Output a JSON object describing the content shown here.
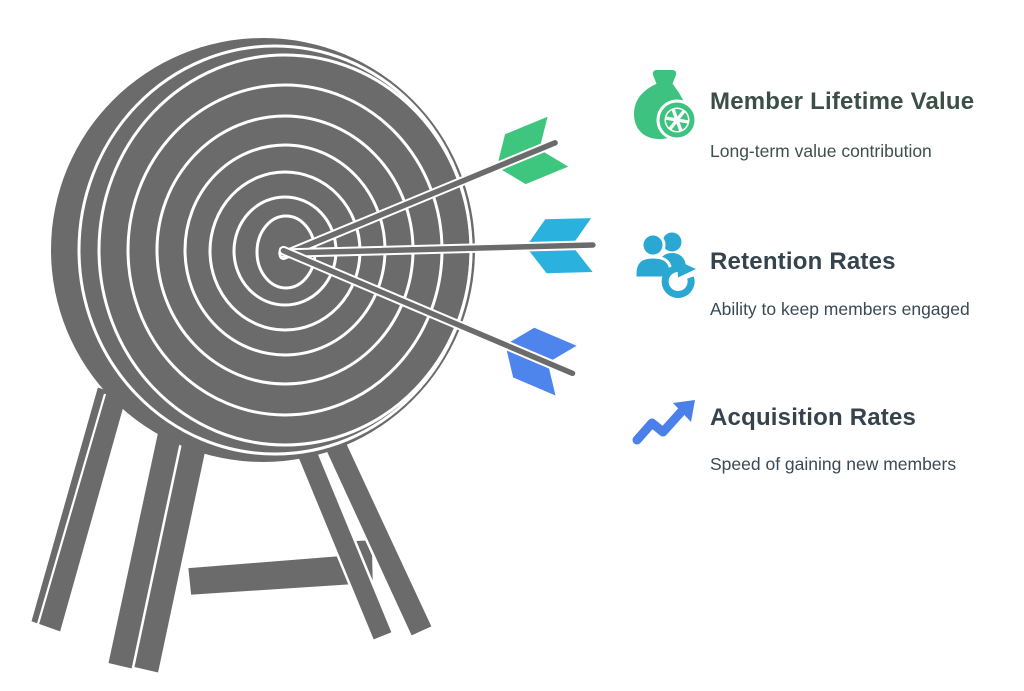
{
  "diagram": {
    "name": "membership-metrics-target",
    "target": {
      "body_color": "#6b6b6b",
      "ring_color": "#ffffff"
    },
    "arrows": [
      {
        "name": "green-arrow",
        "fletch_color": "#3ec57e"
      },
      {
        "name": "cyan-arrow",
        "fletch_color": "#2ab1de"
      },
      {
        "name": "blue-arrow",
        "fletch_color": "#4e85ec"
      }
    ]
  },
  "items": [
    {
      "title": "Member Lifetime Value",
      "description": "Long-term value contribution",
      "icon": "money-bag-coin-icon",
      "icon_color": "#3ec27f",
      "title_color": "#3c4f46",
      "description_color": "#3e5049"
    },
    {
      "title": "Retention Rates",
      "description": "Ability to keep members engaged",
      "icon": "members-refresh-icon",
      "icon_color": "#2aa8d2",
      "title_color": "#35434d",
      "description_color": "#3a4a55"
    },
    {
      "title": "Acquisition Rates",
      "description": "Speed of gaining new members",
      "icon": "trending-up-icon",
      "icon_color": "#4a80e8",
      "title_color": "#35434d",
      "description_color": "#3a4a55"
    }
  ]
}
